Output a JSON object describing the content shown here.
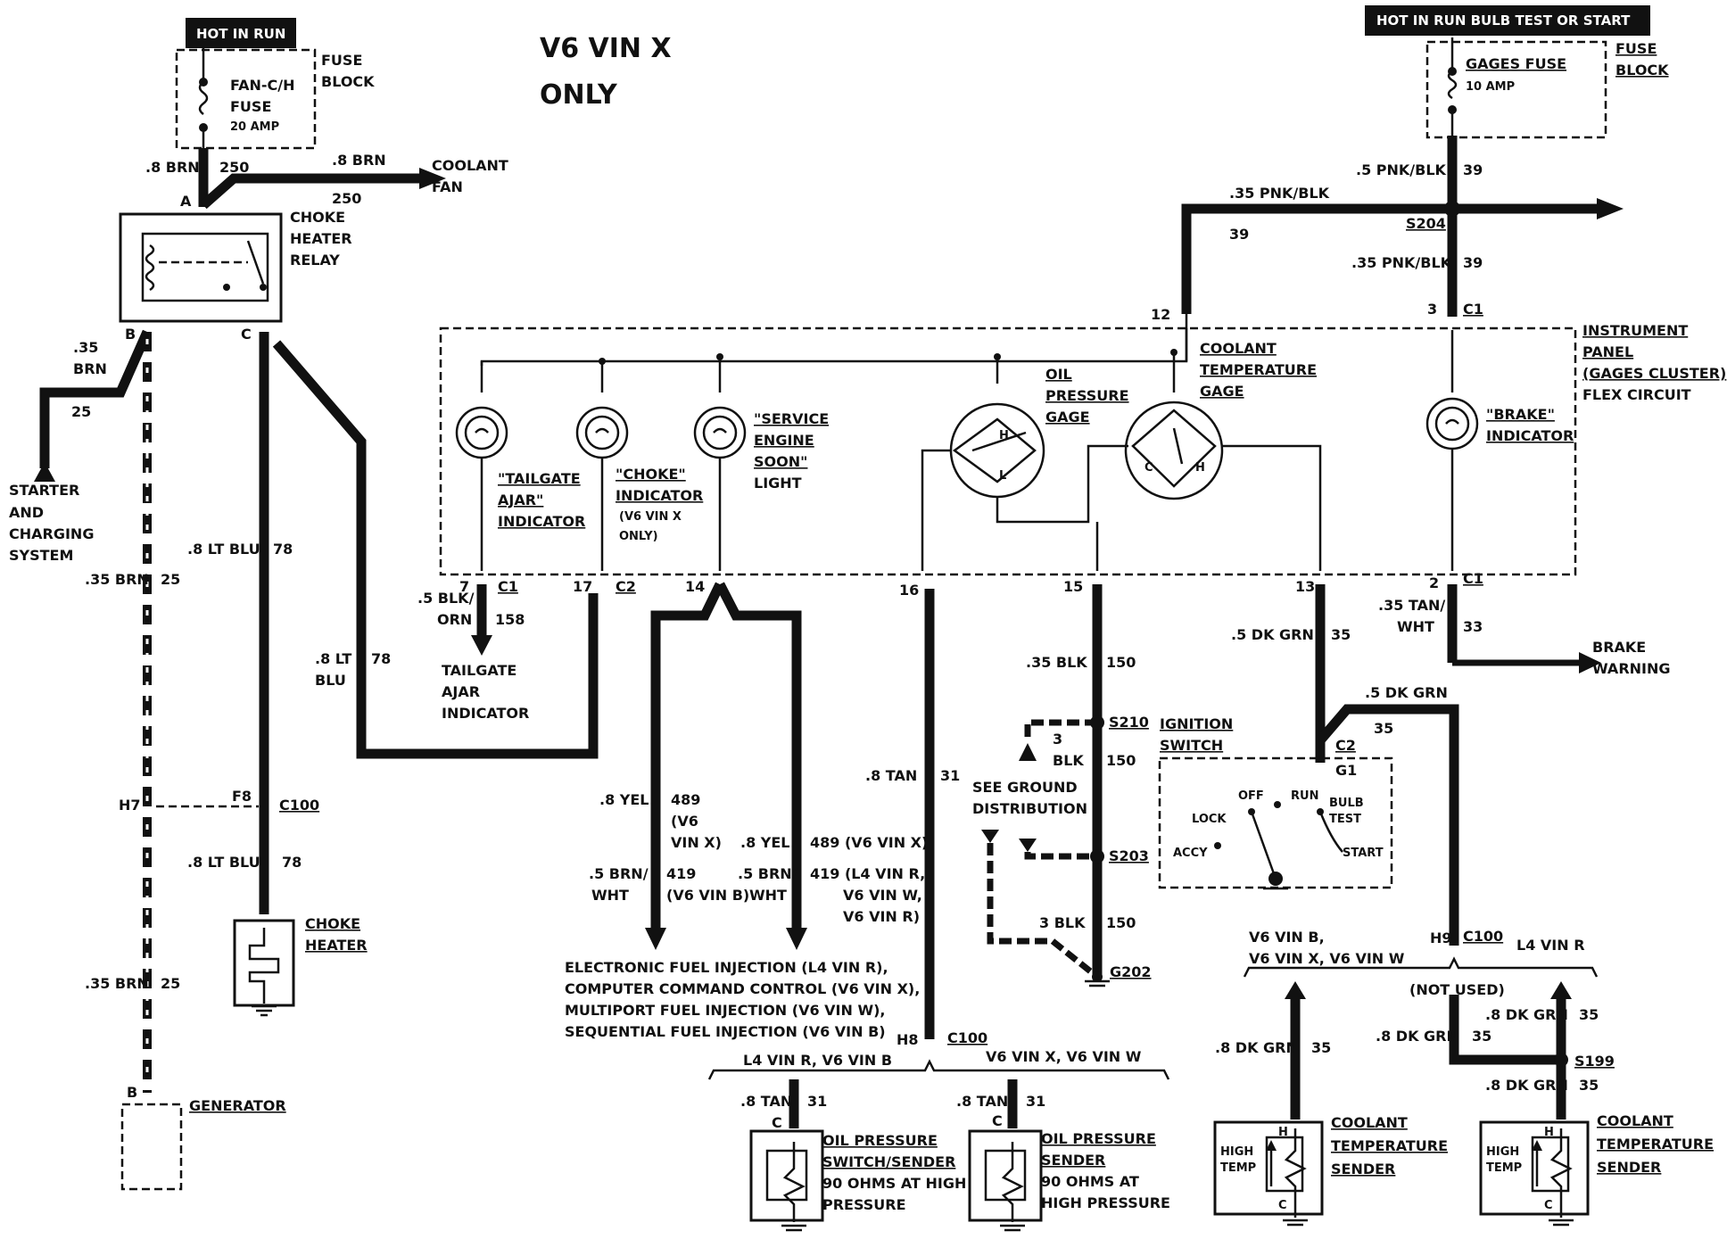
{
  "title": {
    "line1": "V6 VIN X",
    "line2": "ONLY"
  },
  "hot_left": "HOT IN RUN",
  "hot_right": "HOT IN RUN   BULB TEST OR START",
  "fuse_left": {
    "name1": "FAN-C/H",
    "name2": "FUSE",
    "rating": "20 AMP",
    "block1": "FUSE",
    "block2": "BLOCK"
  },
  "fuse_right": {
    "name": "GAGES FUSE",
    "rating": "10 AMP",
    "block1": "FUSE",
    "block2": "BLOCK"
  },
  "relay": {
    "l1": "CHOKE",
    "l2": "HEATER",
    "l3": "RELAY",
    "pinA": "A",
    "pinB": "B",
    "pinC": "C"
  },
  "wires": {
    "w250a": ".8 BRN",
    "w250a_num": "250",
    "w250b": ".8 BRN",
    "w250b_num": "250",
    "coolant_fan1": "COOLANT",
    "coolant_fan2": "FAN",
    "w25a1": ".35",
    "w25a2": "BRN",
    "w25a_num": "25",
    "starter1": "STARTER",
    "starter2": "AND",
    "starter3": "CHARGING",
    "starter4": "SYSTEM",
    "w25b": ".35 BRN",
    "w25b_num": "25",
    "w78a": ".8 LT BLU",
    "w78a_num": "78",
    "w78b1": ".8 LT",
    "w78b2": "BLU",
    "w78b_num": "78",
    "h7": "H7",
    "f8": "F8",
    "c100a": "C100",
    "w78c": ".8 LT BLU",
    "w78c_num": "78",
    "choke_heater1": "CHOKE",
    "choke_heater2": "HEATER",
    "w25c": ".35 BRN",
    "w25c_num": "25",
    "gen_pin": "B",
    "generator": "GENERATOR",
    "w39a": ".5 PNK/BLK",
    "w39a_num": "39",
    "w39b": ".35 PNK/BLK",
    "w39b_num": "39",
    "w39c_num": "39",
    "s204": "S204",
    "p12": "12",
    "p3": "3",
    "c1a": "C1",
    "ip1": "INSTRUMENT",
    "ip2": "PANEL",
    "ip3": "(GAGES CLUSTER)",
    "ip4": "FLEX CIRCUIT",
    "p7": "7",
    "c1b": "C1",
    "p17": "17",
    "c2b": "C2",
    "p14": "14",
    "p16": "16",
    "p15": "15",
    "p13": "13",
    "p2": "2",
    "c1c": "C1",
    "w158a1": ".5 BLK/",
    "w158a2": "ORN",
    "w158_num": "158",
    "tailgate1": "TAILGATE",
    "tailgate2": "AJAR",
    "tailgate3": "INDICATOR",
    "w489a": ".8 YEL",
    "w489a_num": "489",
    "w489a_n1": "(V6",
    "w489a_n2": "VIN X)",
    "w419a1": ".5 BRN/",
    "w419a2": "WHT",
    "w419a_num": "419",
    "w419a_n": "(V6 VIN B)",
    "w489b": ".8 YEL",
    "w489b_num": "489  (V6 VIN X)",
    "w419b1": ".5 BRN/",
    "w419b2": "WHT",
    "w419b_num": "419  (L4 VIN R,",
    "w419b_n2": "V6 VIN W,",
    "w419b_n3": "V6 VIN R)",
    "efi1": "ELECTRONIC FUEL INJECTION (L4 VIN R),",
    "efi2": "COMPUTER COMMAND CONTROL (V6 VIN X),",
    "efi3": "MULTIPORT FUEL INJECTION (V6 VIN W),",
    "efi4": "SEQUENTIAL FUEL INJECTION (V6 VIN B)",
    "w31a": ".8 TAN",
    "w31a_num": "31",
    "h8": "H8",
    "c100b": "C100",
    "l4r_v6b": "L4 VIN R, V6 VIN B",
    "v6x_v6w": "V6 VIN X, V6 VIN W",
    "w31b": ".8 TAN",
    "w31b_num": "31",
    "w31c": ".8 TAN",
    "w31c_num": "31",
    "ops1a": "OIL PRESSURE",
    "ops1b": "SWITCH/SENDER",
    "ops1c": "90 OHMS AT HIGH",
    "ops1d": "PRESSURE",
    "ops2a": "OIL PRESSURE",
    "ops2b": "SENDER",
    "ops2c": "90 OHMS AT",
    "ops2d": "HIGH PRESSURE",
    "w150a": ".35 BLK",
    "w150a_num": "150",
    "s210": "S210",
    "w150b1": "3",
    "w150b2": "BLK",
    "w150b_num": "150",
    "see_ground1": "SEE GROUND",
    "see_ground2": "DISTRIBUTION",
    "s203": "S203",
    "w150c": "3 BLK",
    "w150c_num": "150",
    "g202": "G202",
    "w35a": ".5 DK GRN",
    "w35a_num": "35",
    "w35b": ".5 DK GRN",
    "w35b_num": "35",
    "ign1": "IGNITION",
    "ign2": "SWITCH",
    "c2c": "C2",
    "g1": "G1",
    "sw_off": "OFF",
    "sw_run": "RUN",
    "sw_bulb1": "BULB",
    "sw_bulb2": "TEST",
    "sw_lock": "LOCK",
    "sw_accy": "ACCY",
    "sw_start": "START",
    "w33a": ".35 TAN/",
    "w33b": "WHT",
    "w33_num": "33",
    "brake1": "BRAKE",
    "brake2": "WARNING",
    "h9": "H9",
    "c100c": "C100",
    "v6b_grp1": "V6 VIN B,",
    "v6b_grp2": "V6 VIN X, V6 VIN W",
    "l4r": "L4 VIN R",
    "not_used": "(NOT USED)",
    "w35c": ".8 DK GRN",
    "w35c_num": "35",
    "w35d": ".8 DK GRN",
    "w35d_num": "35",
    "w35e": ".8 DK GRN",
    "w35e_num": "35",
    "w35f": ".8 DK GRN",
    "w35f_num": "35",
    "s199": "S199",
    "cts_l1": "COOLANT",
    "cts_l2": "TEMPERATURE",
    "cts_l3": "SENDER",
    "cts_r1": "COOLANT",
    "cts_r2": "TEMPERATURE",
    "cts_r3": "SENDER",
    "hightemp1": "HIGH",
    "hightemp2": "TEMP",
    "hightemp3": "HIGH",
    "hightemp4": "TEMP",
    "h_l": "H",
    "c_l": "C",
    "h_r": "H",
    "c_r": "C",
    "c_o1": "C",
    "c_o2": "C"
  },
  "indicators": {
    "tailgate1": "\"TAILGATE",
    "tailgate2": "AJAR\"",
    "tailgate3": "INDICATOR",
    "choke1": "\"CHOKE\"",
    "choke2": "INDICATOR",
    "choke3": "(V6 VIN X",
    "choke4": "ONLY)",
    "ses1": "\"SERVICE",
    "ses2": "ENGINE",
    "ses3": "SOON\"",
    "ses4": "LIGHT",
    "oil1": "OIL",
    "oil2": "PRESSURE",
    "oil3": "GAGE",
    "ct1": "COOLANT",
    "ct2": "TEMPERATURE",
    "ct3": "GAGE",
    "brake1": "\"BRAKE\"",
    "brake2": "INDICATOR",
    "gH": "H",
    "gL": "L",
    "cC": "C",
    "cH": "H"
  }
}
